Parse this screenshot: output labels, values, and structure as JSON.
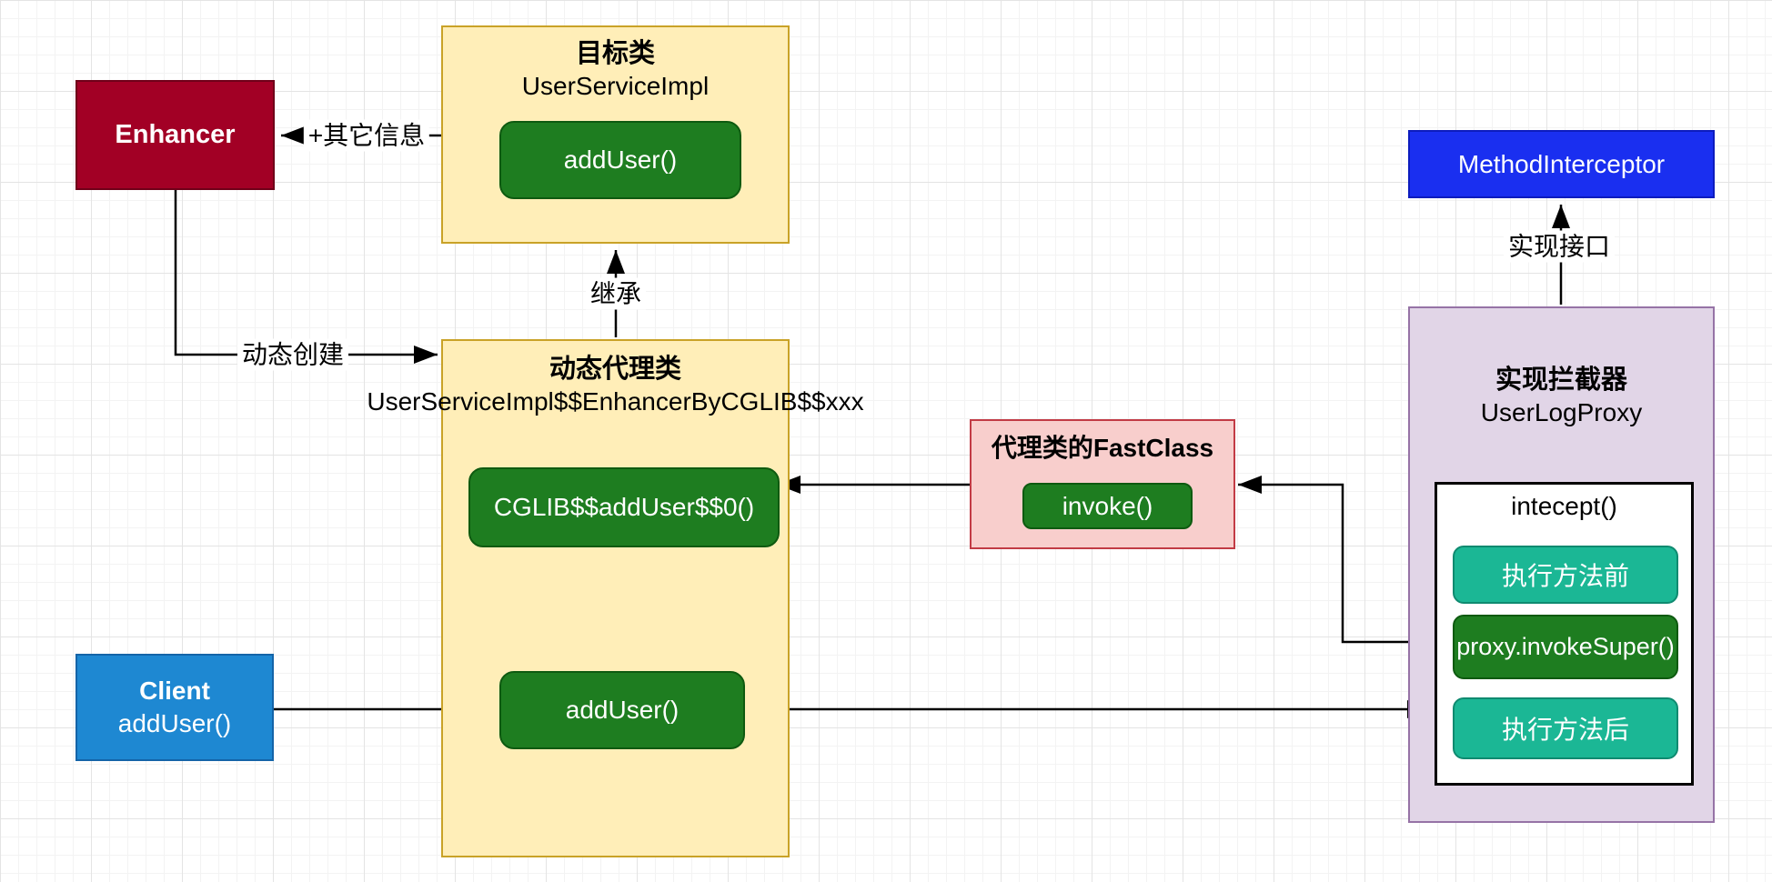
{
  "nodes": {
    "enhancer": {
      "label": "Enhancer"
    },
    "target_class": {
      "title": "目标类",
      "subtitle": "UserServiceImpl",
      "method": "addUser()"
    },
    "method_interceptor": {
      "label": "MethodInterceptor"
    },
    "proxy_class": {
      "title": "动态代理类",
      "subtitle": "UserServiceImpl$$EnhancerByCGLIB$$xxx",
      "cglib_method": "CGLIB$$addUser$$0()",
      "adduser_method": "addUser()"
    },
    "fastclass": {
      "title": "代理类的FastClass",
      "method": "invoke()"
    },
    "interceptor": {
      "title": "实现拦截器",
      "subtitle": "UserLogProxy",
      "method": "intecept()",
      "step_before": "执行方法前",
      "step_invoke_super": "proxy.invokeSuper()",
      "step_after": "执行方法后"
    },
    "client": {
      "title": "Client",
      "subtitle": "addUser()"
    }
  },
  "edge_labels": {
    "other_info": "+其它信息",
    "dynamic_create": "动态创建",
    "inherit": "继承",
    "implement": "实现接口"
  },
  "palette": {
    "grid_minor": "#f3f3f3",
    "grid_major": "#e4e4e4",
    "yellow_fill": "#ffeeb8",
    "yellow_border": "#c9a227",
    "green_fill": "#1e7d20",
    "green_border": "#0e5a10",
    "teal_fill": "#1bb795",
    "teal_border": "#0f8a70",
    "dark_red_fill": "#a20025",
    "dark_red_border": "#6f0019",
    "blue_fill": "#1a2ff0",
    "blue_border": "#0d1cbe",
    "light_blue_fill": "#1e88d2",
    "light_blue_border": "#1464a8",
    "pink_fill": "#f8cecc",
    "pink_border": "#c23b45",
    "purple_fill": "#e1d5e7",
    "purple_border": "#9673a6",
    "line": "#000000"
  }
}
